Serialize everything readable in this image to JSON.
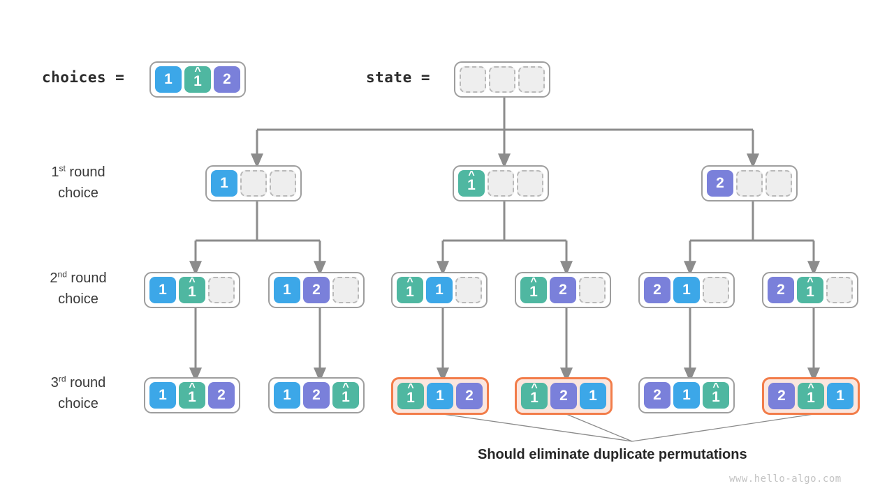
{
  "header": {
    "choices_label": "choices =",
    "state_label": "state =",
    "choices_cells": [
      {
        "value": "1",
        "color": "blue",
        "marked": false
      },
      {
        "value": "1",
        "color": "teal",
        "marked": true
      },
      {
        "value": "2",
        "color": "purple",
        "marked": false
      }
    ],
    "state_cells": [
      {
        "value": "",
        "color": "empty",
        "marked": false
      },
      {
        "value": "",
        "color": "empty",
        "marked": false
      },
      {
        "value": "",
        "color": "empty",
        "marked": false
      }
    ]
  },
  "rounds": [
    {
      "line1": "1",
      "sup": "st",
      "line1_rest": " round",
      "line2": "choice"
    },
    {
      "line1": "2",
      "sup": "nd",
      "line1_rest": " round",
      "line2": "choice"
    },
    {
      "line1": "3",
      "sup": "rd",
      "line1_rest": " round",
      "line2": "choice"
    }
  ],
  "level1": [
    {
      "highlight": false,
      "cells": [
        {
          "value": "1",
          "color": "blue",
          "marked": false
        },
        {
          "value": "",
          "color": "empty",
          "marked": false
        },
        {
          "value": "",
          "color": "empty",
          "marked": false
        }
      ]
    },
    {
      "highlight": false,
      "cells": [
        {
          "value": "1",
          "color": "teal",
          "marked": true
        },
        {
          "value": "",
          "color": "empty",
          "marked": false
        },
        {
          "value": "",
          "color": "empty",
          "marked": false
        }
      ]
    },
    {
      "highlight": false,
      "cells": [
        {
          "value": "2",
          "color": "purple",
          "marked": false
        },
        {
          "value": "",
          "color": "empty",
          "marked": false
        },
        {
          "value": "",
          "color": "empty",
          "marked": false
        }
      ]
    }
  ],
  "level2": [
    {
      "highlight": false,
      "cells": [
        {
          "value": "1",
          "color": "blue",
          "marked": false
        },
        {
          "value": "1",
          "color": "teal",
          "marked": true
        },
        {
          "value": "",
          "color": "empty",
          "marked": false
        }
      ]
    },
    {
      "highlight": false,
      "cells": [
        {
          "value": "1",
          "color": "blue",
          "marked": false
        },
        {
          "value": "2",
          "color": "purple",
          "marked": false
        },
        {
          "value": "",
          "color": "empty",
          "marked": false
        }
      ]
    },
    {
      "highlight": false,
      "cells": [
        {
          "value": "1",
          "color": "teal",
          "marked": true
        },
        {
          "value": "1",
          "color": "blue",
          "marked": false
        },
        {
          "value": "",
          "color": "empty",
          "marked": false
        }
      ]
    },
    {
      "highlight": false,
      "cells": [
        {
          "value": "1",
          "color": "teal",
          "marked": true
        },
        {
          "value": "2",
          "color": "purple",
          "marked": false
        },
        {
          "value": "",
          "color": "empty",
          "marked": false
        }
      ]
    },
    {
      "highlight": false,
      "cells": [
        {
          "value": "2",
          "color": "purple",
          "marked": false
        },
        {
          "value": "1",
          "color": "blue",
          "marked": false
        },
        {
          "value": "",
          "color": "empty",
          "marked": false
        }
      ]
    },
    {
      "highlight": false,
      "cells": [
        {
          "value": "2",
          "color": "purple",
          "marked": false
        },
        {
          "value": "1",
          "color": "teal",
          "marked": true
        },
        {
          "value": "",
          "color": "empty",
          "marked": false
        }
      ]
    }
  ],
  "level3": [
    {
      "highlight": false,
      "cells": [
        {
          "value": "1",
          "color": "blue",
          "marked": false
        },
        {
          "value": "1",
          "color": "teal",
          "marked": true
        },
        {
          "value": "2",
          "color": "purple",
          "marked": false
        }
      ]
    },
    {
      "highlight": false,
      "cells": [
        {
          "value": "1",
          "color": "blue",
          "marked": false
        },
        {
          "value": "2",
          "color": "purple",
          "marked": false
        },
        {
          "value": "1",
          "color": "teal",
          "marked": true
        }
      ]
    },
    {
      "highlight": true,
      "cells": [
        {
          "value": "1",
          "color": "teal",
          "marked": true
        },
        {
          "value": "1",
          "color": "blue",
          "marked": false
        },
        {
          "value": "2",
          "color": "purple",
          "marked": false
        }
      ]
    },
    {
      "highlight": true,
      "cells": [
        {
          "value": "1",
          "color": "teal",
          "marked": true
        },
        {
          "value": "2",
          "color": "purple",
          "marked": false
        },
        {
          "value": "1",
          "color": "blue",
          "marked": false
        }
      ]
    },
    {
      "highlight": false,
      "cells": [
        {
          "value": "2",
          "color": "purple",
          "marked": false
        },
        {
          "value": "1",
          "color": "blue",
          "marked": false
        },
        {
          "value": "1",
          "color": "teal",
          "marked": true
        }
      ]
    },
    {
      "highlight": true,
      "cells": [
        {
          "value": "2",
          "color": "purple",
          "marked": false
        },
        {
          "value": "1",
          "color": "teal",
          "marked": true
        },
        {
          "value": "1",
          "color": "blue",
          "marked": false
        }
      ]
    }
  ],
  "annotation": {
    "text": "Should eliminate duplicate permutations"
  },
  "watermark": {
    "text": "www.hello-algo.com"
  },
  "colors": {
    "blue": "#3CA7E8",
    "teal": "#4FB7A1",
    "purple": "#7A80DA",
    "empty": "#eeeeee",
    "highlight_border": "#f27d4a",
    "highlight_fill": "#fbe6de",
    "box_border": "#9e9e9e",
    "connector": "#8c8c8c",
    "leader": "#8a8a8a",
    "watermark": "#c3c3c3"
  },
  "caret_glyph": "^"
}
